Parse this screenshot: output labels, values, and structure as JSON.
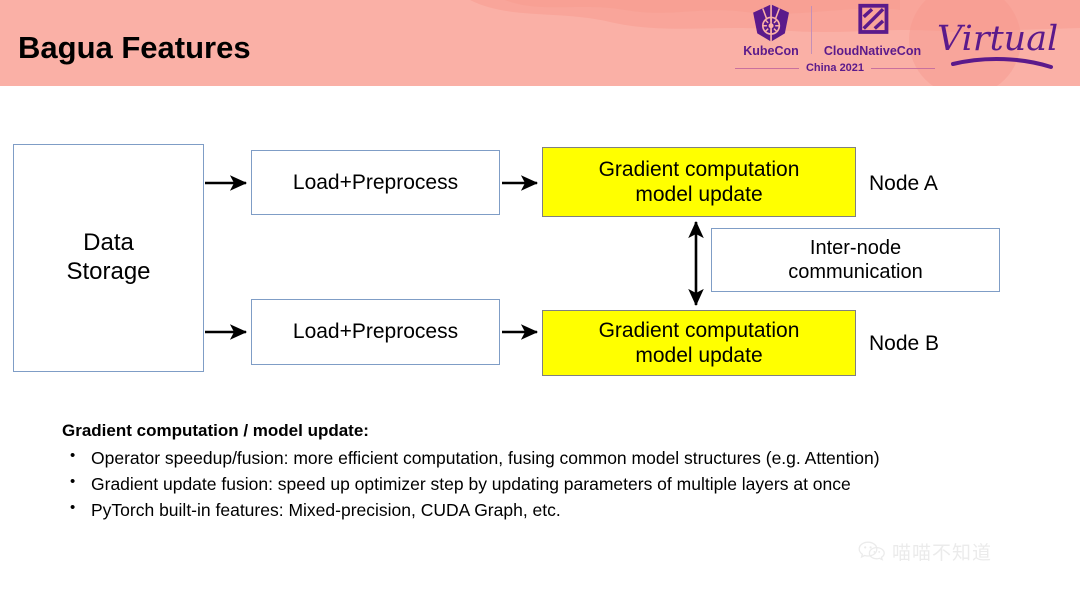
{
  "header": {
    "title": "Bagua Features",
    "background_color": "#FAB0A6",
    "brand_color": "#5B1A8B",
    "logos": {
      "kubecon": {
        "label": "KubeCon",
        "icon": "kubernetes-helm-icon"
      },
      "cloudnativecon": {
        "label": "CloudNativeCon",
        "icon": "cncf-square-icon"
      },
      "edition": "China 2021",
      "mode": "Virtual"
    }
  },
  "diagram": {
    "boxes": {
      "data_storage": "Data\nStorage",
      "data_storage_line1": "Data",
      "data_storage_line2": "Storage",
      "load_preprocess_a": "Load+Preprocess",
      "load_preprocess_b": "Load+Preprocess",
      "gradient_a_line1": "Gradient computation",
      "gradient_a_line2": "model update",
      "gradient_b_line1": "Gradient computation",
      "gradient_b_line2": "model update",
      "internode_line1": "Inter-node",
      "internode_line2": "communication"
    },
    "labels": {
      "node_a": "Node A",
      "node_b": "Node B"
    },
    "colors": {
      "box_border": "#7F9DC6",
      "highlight_fill": "#FFFF00",
      "arrow": "#000000"
    }
  },
  "body": {
    "heading": "Gradient computation / model update:",
    "bullets": [
      "Operator speedup/fusion: more efficient computation, fusing common model structures (e.g. Attention)",
      "Gradient update fusion: speed up optimizer step by updating parameters of multiple layers at once",
      "PyTorch built-in features: Mixed-precision, CUDA Graph, etc."
    ]
  },
  "watermark": {
    "icon": "wechat-icon",
    "text": "喵喵不知道",
    "color": "#DCDCDC"
  }
}
